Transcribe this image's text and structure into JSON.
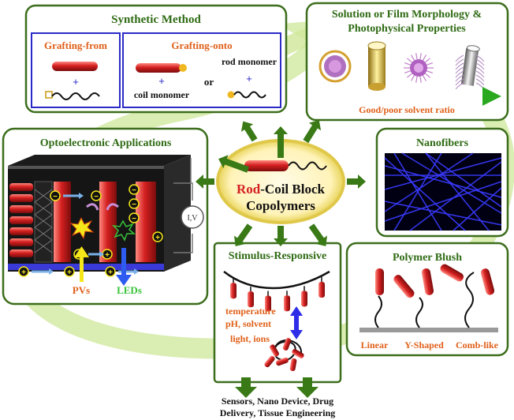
{
  "center": {
    "rod": "Rod",
    "coil": "-Coil Block",
    "line2": "Copolymers"
  },
  "synthetic_method": {
    "title": "Synthetic Method",
    "grafting_from": "Grafting-from",
    "grafting_onto": "Grafting-onto",
    "plus": "+",
    "or": "or",
    "coil_monomer": "coil monomer",
    "rod_monomer": "rod monomer"
  },
  "morphology": {
    "title_line1": "Solution or Film Morphology &",
    "title_line2": "Photophysical Properties",
    "axis_label": "Good/poor solvent ratio"
  },
  "optoelectronic": {
    "title": "Optoelectronic Applications",
    "iv_label": "I,V",
    "pvs": "PVs",
    "leds": "LEDs",
    "plus_sign": "+",
    "minus_sign": "−"
  },
  "nanofibers": {
    "title": "Nanofibers"
  },
  "stimulus": {
    "title": "Stimulus-Responsive",
    "line1": "temperature",
    "line2": "pH, solvent",
    "line3": "light, ions"
  },
  "brush": {
    "title": "Polymer Blush",
    "linear": "Linear",
    "y_shaped": "Y-Shaped",
    "comb_like": "Comb-like"
  },
  "applications": {
    "line1": "Sensors, Nano Device, Drug",
    "line2": "Delivery, Tissue Engineering"
  },
  "colors": {
    "panel_border": "#3c6e1c",
    "title_green": "#2f6b14",
    "inner_blue": "#2a2ac8",
    "label_orange": "#e0601a",
    "rod_red": "#d42020",
    "arrow_green": "#3a7a16",
    "swoosh": "#c4e08c",
    "pv_yellow": "#f5e61a",
    "led_blue": "#2e5cf0",
    "led_green": "#38c238"
  }
}
